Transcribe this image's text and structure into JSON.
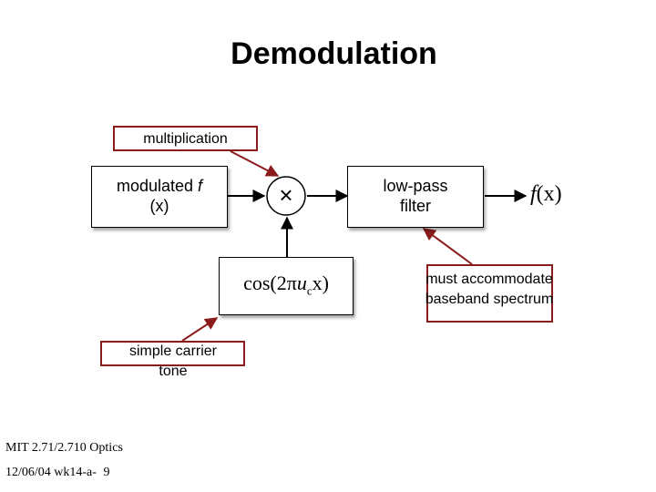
{
  "title": "Demodulation",
  "callouts": {
    "multiplication": "multiplication",
    "must_accommodate": "must accommodate baseband spectrum",
    "simple_carrier": "simple carrier tone"
  },
  "blocks": {
    "input_prefix": "modulated ",
    "input_var": "f",
    "input_arg": "(x)",
    "multiplier_symbol": "×",
    "filter": "low-pass filter",
    "output_fn": "f",
    "output_arg": "(x)",
    "carrier_prefix": "cos(2π",
    "carrier_u": "u",
    "carrier_sub": "c",
    "carrier_suffix": "x)"
  },
  "footer": {
    "course": "MIT 2.71/2.710 Optics",
    "date": "12/06/04 wk14-a-",
    "page": "9"
  },
  "colors": {
    "callout_border": "#8b1c1c",
    "arrow": "#8b1c1c"
  }
}
